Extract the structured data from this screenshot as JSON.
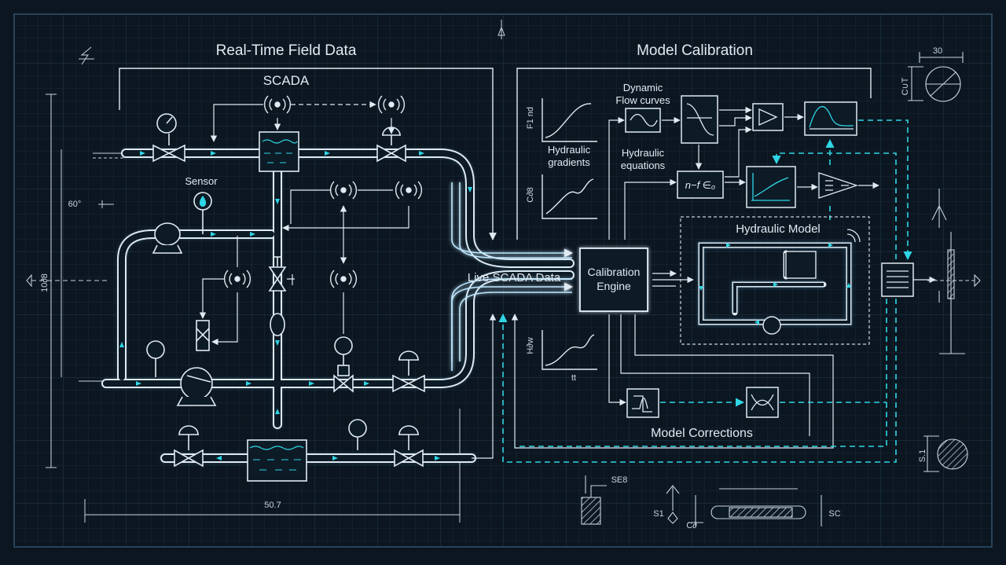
{
  "headers": {
    "field": "Real-Time Field Data",
    "calibration": "Model Calibration",
    "scada": "SCADA"
  },
  "labels": {
    "sensor": "Sensor",
    "live_scada": "Live SCADA Data",
    "engine_line1": "Calibration",
    "engine_line2": "Engine",
    "dynamic_line1": "Dynamic",
    "dynamic_line2": "Flow curves",
    "gradients_line1": "Hydraulic",
    "gradients_line2": "gradients",
    "equations_line1": "Hydraulic",
    "equations_line2": "equations",
    "hydraulic_model": "Hydraulic Model",
    "model_corrections": "Model Corrections",
    "equation_glyph": "n−f ∈ₒ"
  },
  "dimensions": {
    "angle": "60°",
    "left_vertical": "10∂8",
    "bottom_length": "50.7",
    "graph1_axis": "F1 nd",
    "graph2_axis": "C∂8",
    "graph3_axis": "H∂w",
    "graph3_tick": "tt",
    "detail_top_right": "30",
    "detail_side": "C∪T",
    "detail_lower_right": "S.1",
    "detail_bottom_callout": "SE8",
    "detail_bottom_s1": "S1",
    "detail_bottom_sc": "SC",
    "detail_bottom_c": "C∂"
  },
  "colors": {
    "background": "#0b1620",
    "grid": "#1a2f3c",
    "line": "#dfeaf2",
    "flow_accent": "#2fd6e6",
    "glow": "#7fd0ff"
  }
}
